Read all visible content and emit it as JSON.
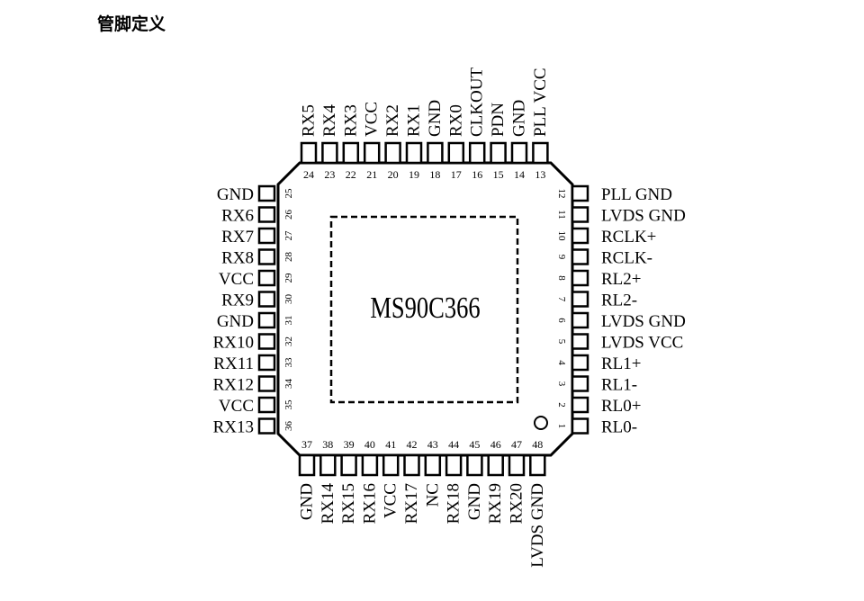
{
  "heading": "管脚定义",
  "chip": {
    "name": "MS90C366"
  },
  "pins": {
    "right": [
      {
        "num": "12",
        "label": "PLL GND"
      },
      {
        "num": "11",
        "label": "LVDS GND"
      },
      {
        "num": "10",
        "label": "RCLK+"
      },
      {
        "num": "9",
        "label": "RCLK-"
      },
      {
        "num": "8",
        "label": "RL2+"
      },
      {
        "num": "7",
        "label": "RL2-"
      },
      {
        "num": "6",
        "label": "LVDS GND"
      },
      {
        "num": "5",
        "label": "LVDS VCC"
      },
      {
        "num": "4",
        "label": "RL1+"
      },
      {
        "num": "3",
        "label": "RL1-"
      },
      {
        "num": "2",
        "label": "RL0+"
      },
      {
        "num": "1",
        "label": "RL0-"
      }
    ],
    "top": [
      {
        "num": "24",
        "label": "RX5"
      },
      {
        "num": "23",
        "label": "RX4"
      },
      {
        "num": "22",
        "label": "RX3"
      },
      {
        "num": "21",
        "label": "VCC"
      },
      {
        "num": "20",
        "label": "RX2"
      },
      {
        "num": "19",
        "label": "RX1"
      },
      {
        "num": "18",
        "label": "GND"
      },
      {
        "num": "17",
        "label": "RX0"
      },
      {
        "num": "16",
        "label": "CLKOUT"
      },
      {
        "num": "15",
        "label": "PDN"
      },
      {
        "num": "14",
        "label": "GND"
      },
      {
        "num": "13",
        "label": "PLL VCC"
      }
    ],
    "left": [
      {
        "num": "25",
        "label": "GND"
      },
      {
        "num": "26",
        "label": "RX6"
      },
      {
        "num": "27",
        "label": "RX7"
      },
      {
        "num": "28",
        "label": "RX8"
      },
      {
        "num": "29",
        "label": "VCC"
      },
      {
        "num": "30",
        "label": "RX9"
      },
      {
        "num": "31",
        "label": "GND"
      },
      {
        "num": "32",
        "label": "RX10"
      },
      {
        "num": "33",
        "label": "RX11"
      },
      {
        "num": "34",
        "label": "RX12"
      },
      {
        "num": "35",
        "label": "VCC"
      },
      {
        "num": "36",
        "label": "RX13"
      }
    ],
    "bottom": [
      {
        "num": "37",
        "label": "GND"
      },
      {
        "num": "38",
        "label": "RX14"
      },
      {
        "num": "39",
        "label": "RX15"
      },
      {
        "num": "40",
        "label": "RX16"
      },
      {
        "num": "41",
        "label": "VCC"
      },
      {
        "num": "42",
        "label": "RX17"
      },
      {
        "num": "43",
        "label": "NC"
      },
      {
        "num": "44",
        "label": "RX18"
      },
      {
        "num": "45",
        "label": "GND"
      },
      {
        "num": "46",
        "label": "RX19"
      },
      {
        "num": "47",
        "label": "RX20"
      },
      {
        "num": "48",
        "label": "LVDS GND"
      }
    ]
  }
}
